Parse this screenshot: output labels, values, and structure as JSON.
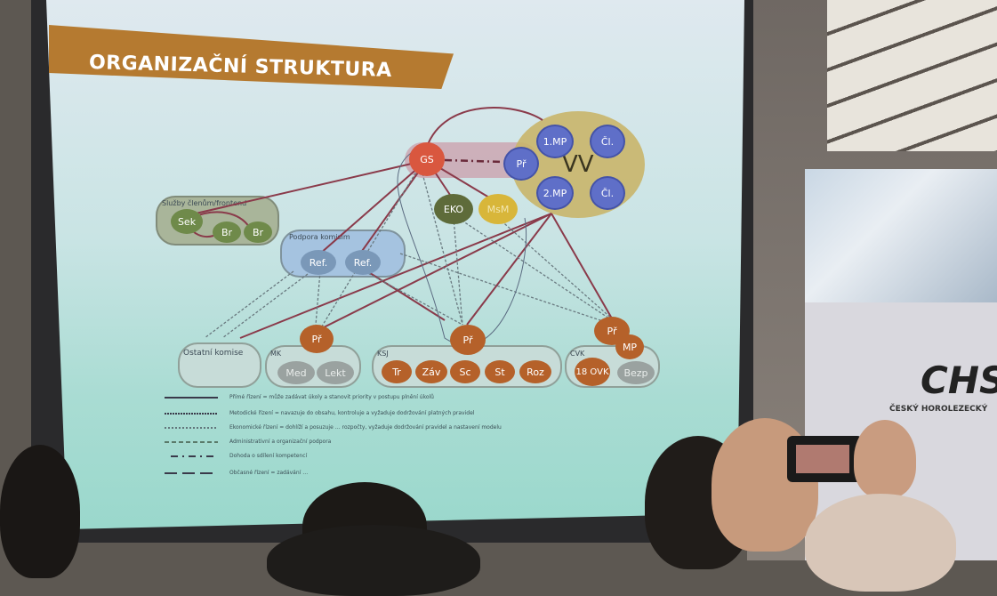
{
  "slide": {
    "title": "ORGANIZAČNÍ STRUKTURA"
  },
  "top": {
    "gs": "GS",
    "pr": "Př",
    "vv": "VV",
    "mp1": "1.MP",
    "cl1": "Čl.",
    "mp2": "2.MP",
    "cl2": "Čl.",
    "eko": "EKO",
    "msm": "MsM"
  },
  "sluzby": {
    "label": "Služby členům/frontend",
    "sek": "Sek",
    "br1": "Br",
    "br2": "Br"
  },
  "podpora": {
    "label": "Podpora komisím",
    "ref1": "Ref.",
    "ref2": "Ref."
  },
  "ostatni": {
    "label": "Ostatní komise"
  },
  "mk": {
    "label": "MK",
    "pr": "Př",
    "med": "Med",
    "lekt": "Lekt"
  },
  "ksj": {
    "label": "KSJ",
    "pr": "Př",
    "tr": "Tr",
    "zav": "Záv",
    "sc": "Sc",
    "st": "St",
    "roz": "Roz"
  },
  "cvk": {
    "label": "CVK",
    "pr": "Př",
    "mp": "MP",
    "ovk": "18 OVK",
    "bezp": "Bezp"
  },
  "legend": [
    "Přímé řízení = může zadávat úkoly a stanovit priority v postupu plnění úkolů",
    "Metodické řízení = navazuje do obsahu, kontroluje a vyžaduje dodržování platných pravidel",
    "Ekonomické řízení = dohlíží a posuzuje … rozpočty, vyžaduje dodržování pravidel a nastavení modelu",
    "Administrativní a organizační podpora",
    "Dohoda o sdílení kompetencí",
    "Občasné řízení = zadávání …"
  ],
  "banner": {
    "logo": "CHS",
    "subtitle": "ČESKÝ HOROLEZECKÝ"
  },
  "colors": {
    "gs": "#d9573f",
    "blue": "#5f6fc8",
    "vv": "#c9b56a",
    "eko": "#5e6b3a",
    "msm": "#d8b63a",
    "brown": "#b5612a",
    "edge": "#8a3a4a",
    "title": "#b57a30"
  }
}
